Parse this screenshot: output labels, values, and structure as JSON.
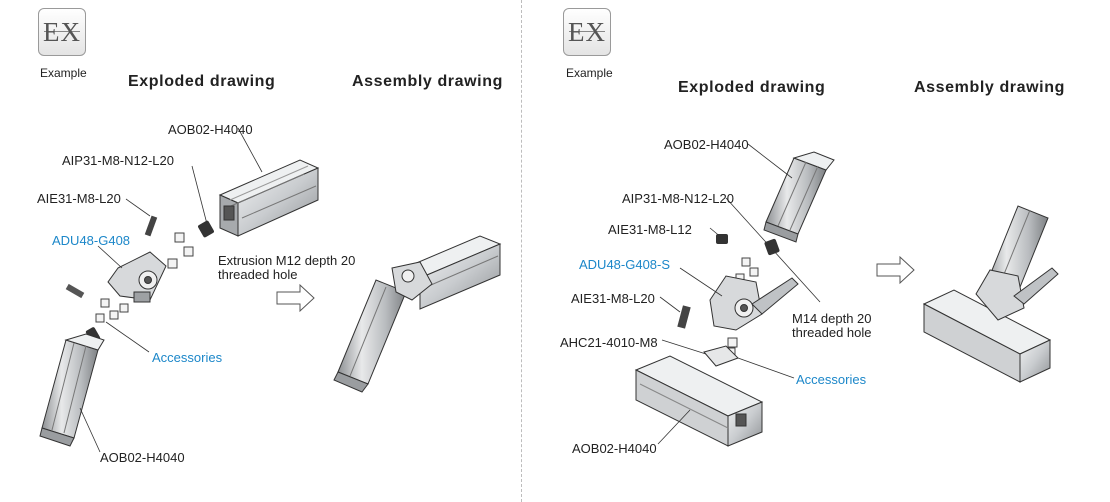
{
  "left": {
    "badge": "EX",
    "caption": "Example",
    "exploded_title": "Exploded drawing",
    "assembly_title": "Assembly drawing",
    "labels": {
      "profile_top": "AOB02-H4040",
      "insert": "AIP31-M8-N12-L20",
      "screw": "AIE31-M8-L20",
      "hinge": "ADU48-G408",
      "note_line1": "Extrusion M12 depth 20",
      "note_line2": "threaded hole",
      "accessories": "Accessories",
      "profile_bottom": "AOB02-H4040"
    }
  },
  "right": {
    "badge": "EX",
    "caption": "Example",
    "exploded_title": "Exploded drawing",
    "assembly_title": "Assembly drawing",
    "labels": {
      "profile_top": "AOB02-H4040",
      "insert": "AIP31-M8-N12-L20",
      "screw_top": "AIE31-M8-L12",
      "hinge": "ADU48-G408-S",
      "screw_bottom": "AIE31-M8-L20",
      "nut": "AHC21-4010-M8",
      "note_line1": "M14 depth 20",
      "note_line2": "threaded hole",
      "accessories": "Accessories",
      "profile_bottom": "AOB02-H4040"
    }
  },
  "colors": {
    "accent_blue": "#1c87c9",
    "profile_face": "#d8dadc",
    "profile_dark": "#8e9194",
    "divider": "#bdbdbd"
  },
  "icons": [
    "ex-badge-icon",
    "assembly-arrow-icon"
  ]
}
